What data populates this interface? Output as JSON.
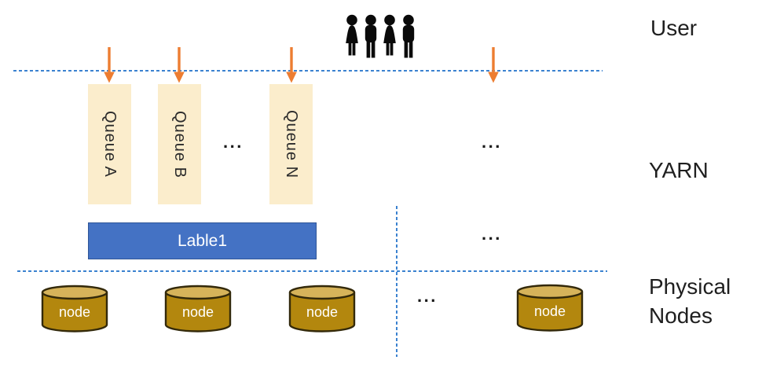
{
  "diagram": {
    "layers": {
      "user_label": "User",
      "yarn_label": "YARN",
      "physical_nodes_label": "Physical Nodes"
    },
    "queues": [
      {
        "label": "Queue A"
      },
      {
        "label": "Queue B"
      },
      {
        "label": "Queue N"
      }
    ],
    "queue_ellipsis": "...",
    "yarn_section_ellipsis": "...",
    "label_box": {
      "text": "Lable1"
    },
    "label_row_ellipsis": "...",
    "nodes": [
      {
        "label": "node"
      },
      {
        "label": "node"
      },
      {
        "label": "node"
      },
      {
        "label": "node"
      }
    ],
    "nodes_ellipsis": "...",
    "icons": {
      "users": "users-group-icon",
      "arrow": "arrow-down-icon",
      "node": "database-cylinder-icon"
    },
    "colors": {
      "arrow": "#ED7D31",
      "dashed_line": "#3B82D0",
      "queue_fill": "#FBEDCC",
      "label_box_fill": "#4472C4",
      "label_box_border": "#2F5597",
      "cylinder_body": "#B3870E",
      "cylinder_top": "#D6B35A",
      "cylinder_outline": "#33290A",
      "people": "#0A0A0A",
      "text": "#1F1F1F"
    }
  }
}
